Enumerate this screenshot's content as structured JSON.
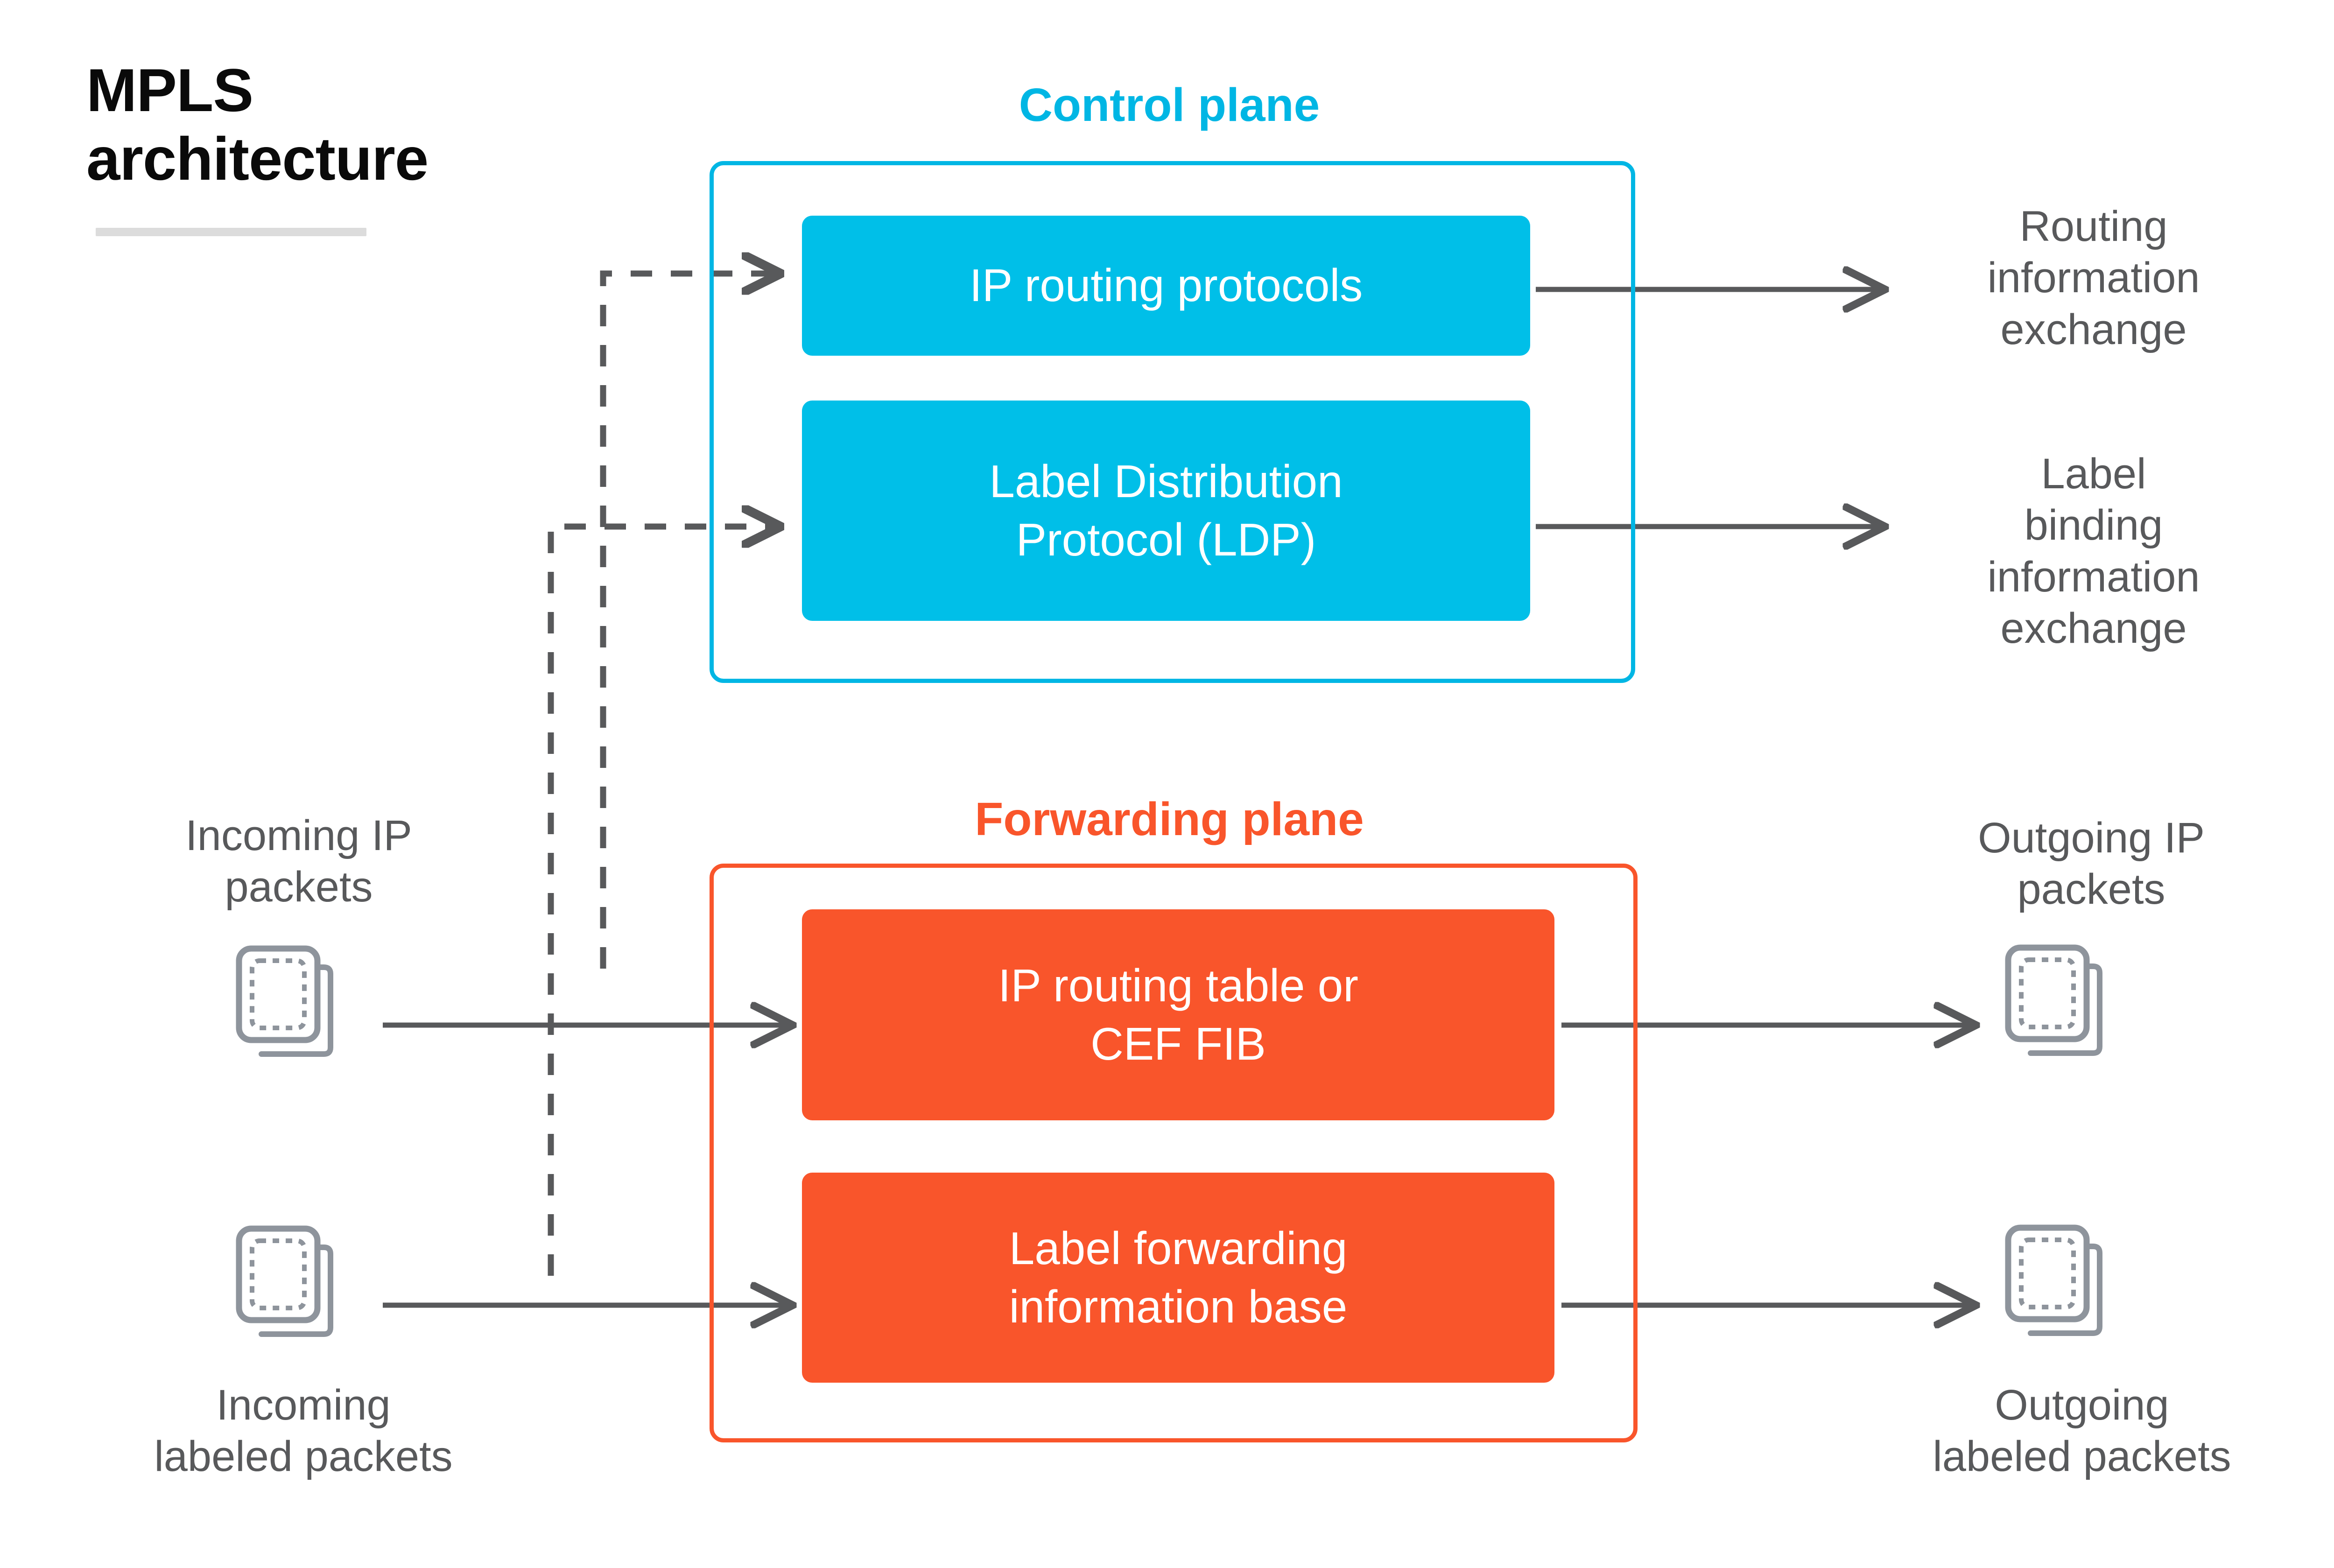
{
  "title": {
    "line1": "MPLS",
    "line2": "architecture"
  },
  "colors": {
    "control_plane": "#00B6E4",
    "control_box": "#00BFE8",
    "forwarding_plane": "#F9552B",
    "forwarding_box": "#F9552B",
    "text_gray": "#58595B",
    "arrow_gray": "#58595B",
    "icon_gray": "#8E949C",
    "title_rule": "#DCDCDC",
    "background": "#FFFFFF"
  },
  "control_plane": {
    "caption": "Control plane",
    "boxes": [
      {
        "id": "ip-routing-protocols",
        "label": "IP routing protocols"
      },
      {
        "id": "ldp",
        "label": "Label Distribution\nProtocol (LDP)"
      }
    ],
    "outputs": [
      {
        "id": "routing-info",
        "label": "Routing\ninformation\nexchange"
      },
      {
        "id": "label-binding",
        "label": "Label\nbinding\ninformation\nexchange"
      }
    ]
  },
  "forwarding_plane": {
    "caption": "Forwarding plane",
    "boxes": [
      {
        "id": "cef-fib",
        "label": "IP routing table or\nCEF FIB"
      },
      {
        "id": "lfib",
        "label": "Label forwarding\ninformation base"
      }
    ],
    "inputs": [
      {
        "id": "incoming-ip",
        "label": "Incoming IP\npackets",
        "icon": "packet-stack-icon"
      },
      {
        "id": "incoming-labeled",
        "label": "Incoming\nlabeled packets",
        "icon": "packet-stack-icon"
      }
    ],
    "outputs": [
      {
        "id": "outgoing-ip",
        "label": "Outgoing IP\npackets",
        "icon": "packet-stack-icon"
      },
      {
        "id": "outgoing-labeled",
        "label": "Outgoing\nlabeled packets",
        "icon": "packet-stack-icon"
      }
    ]
  },
  "connectors": [
    {
      "id": "ip-in-to-cef",
      "style": "solid",
      "from": "incoming-ip-packets",
      "to": "cef-fib"
    },
    {
      "id": "labeled-in-to-lfib",
      "style": "solid",
      "from": "incoming-labeled-packets",
      "to": "lfib"
    },
    {
      "id": "cef-to-ip-out",
      "style": "solid",
      "from": "cef-fib",
      "to": "outgoing-ip-packets"
    },
    {
      "id": "lfib-to-labeled-out",
      "style": "solid",
      "from": "lfib",
      "to": "outgoing-labeled-packets"
    },
    {
      "id": "protocols-to-routing-info",
      "style": "solid",
      "from": "ip-routing-protocols",
      "to": "routing-info"
    },
    {
      "id": "ldp-to-label-binding",
      "style": "solid",
      "from": "ldp",
      "to": "label-binding"
    },
    {
      "id": "cef-feed-to-protocols",
      "style": "dashed",
      "from": "cef-fib-row",
      "to": "ip-routing-protocols"
    },
    {
      "id": "lfib-feed-to-ldp",
      "style": "dashed",
      "from": "lfib-row",
      "to": "ldp"
    }
  ]
}
